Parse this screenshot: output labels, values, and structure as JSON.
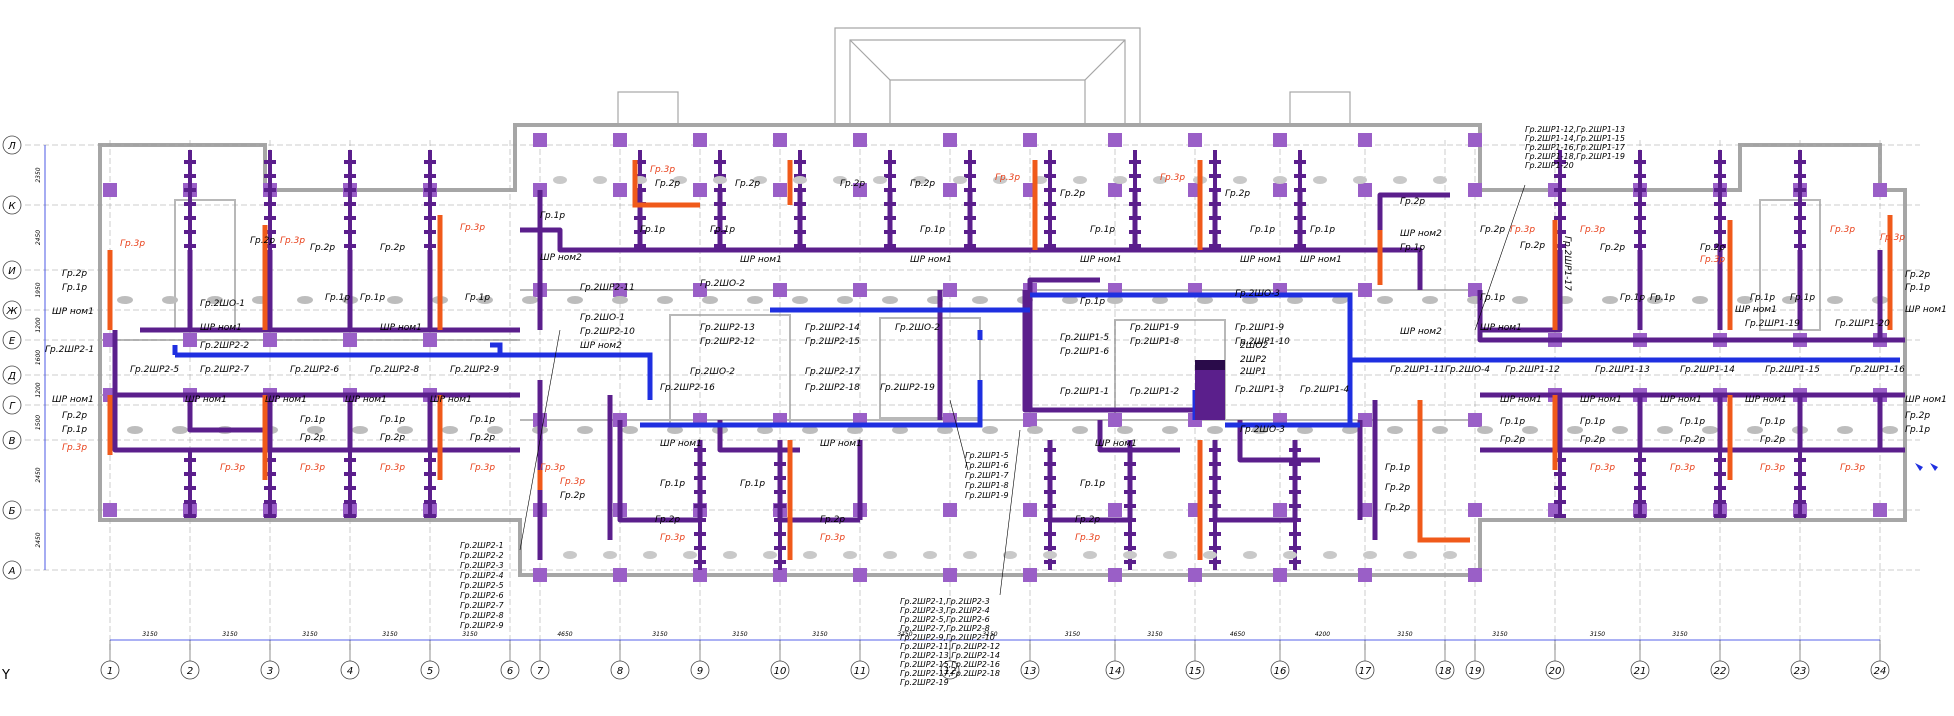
{
  "ucs_label": "Y",
  "colors": {
    "wall": "#a6a6a6",
    "purple_line": "#5b1f8c",
    "orange_line": "#f05a1a",
    "blue_line": "#1f2fe0",
    "column": "#9a5fc7",
    "grid": "#444444"
  },
  "axes_horizontal": [
    "1",
    "2",
    "3",
    "4",
    "5",
    "6",
    "7",
    "8",
    "9",
    "10",
    "11",
    "12",
    "13",
    "14",
    "15",
    "16",
    "17",
    "18",
    "19",
    "20",
    "21",
    "22",
    "23",
    "24"
  ],
  "axes_vertical": [
    "Л",
    "К",
    "И",
    "Ж",
    "Е",
    "Д",
    "Г",
    "В",
    "Б",
    "А"
  ],
  "dims_bottom": [
    "3150",
    "3150",
    "3150",
    "3150",
    "3150",
    "4650",
    "3150",
    "3150",
    "3150",
    "3150",
    "3150",
    "3150",
    "3150",
    "4650",
    "4200",
    "3150",
    "3150",
    "3150",
    "3150"
  ],
  "dims_left": [
    "2350",
    "2450",
    "1950",
    "1200",
    "1600",
    "1200",
    "1500",
    "2450",
    "2450"
  ],
  "labels": {
    "gr2r": "Гр.2р",
    "gr1r": "Гр.1р",
    "gr3r": "Гр.3р",
    "shr_nom1": "ШР ном1",
    "shr_nom2": "ШР ном2",
    "shr2_1": "Гр.2ШР2-1",
    "shr2_5": "Гр.2ШР2-5",
    "shr2_6": "Гр.2ШР2-6",
    "shr2_7": "Гр.2ШР2-7",
    "shr2_8": "Гр.2ШР2-8",
    "shr2_9": "Гр.2ШР2-9",
    "shr2_2": "Гр.2ШР2-2",
    "sho0_1": "Гр.2ШО-1",
    "sho0_2": "Гр.2ШО-2",
    "sho0_3": "Гр.2ШО-3",
    "sho0_4": "Гр.2ШО-4",
    "shr2_10": "Гр.2ШР2-10",
    "shr2_11": "Гр.2ШР2-11",
    "shr2_12": "Гр.2ШР2-12",
    "shr2_13": "Гр.2ШР2-13",
    "shr2_14": "Гр.2ШР2-14",
    "shr2_15": "Гр.2ШР2-15",
    "shr2_16": "Гр.2ШР2-16",
    "shr2_17": "Гр.2ШР2-17",
    "shr2_18": "Гр.2ШР2-18",
    "shr2_19": "Гр.2ШР2-19",
    "shr1_1": "Гр.2ШР1-1",
    "shr1_2": "Гр.2ШР1-2",
    "shr1_3": "Гр.2ШР1-3",
    "shr1_4": "Гр.2ШР1-4",
    "shr1_5": "Гр.2ШР1-5",
    "shr1_6": "Гр.2ШР1-6",
    "shr1_8": "Гр.2ШР1-8",
    "shr1_9": "Гр.2ШР1-9",
    "shr1_10": "Гр.2ШР1-10",
    "shr1_11": "Гр.2ШР1-11",
    "shr1_12": "Гр.2ШР1-12",
    "shr1_13": "Гр.2ШР1-13",
    "shr1_14": "Гр.2ШР1-14",
    "shr1_15": "Гр.2ШР1-15",
    "shr1_16": "Гр.2ШР1-16",
    "shr1_17": "Гр.2ШР1-17",
    "shr1_19": "Гр.2ШР1-19",
    "shr1_20": "Гр.2ШР1-20",
    "sho2": "2ШО2",
    "shr2": "2ШР2",
    "shr1": "2ШР1",
    "gr2sho3": "Гр.2ШО-3"
  },
  "group_list_right": [
    "Гр.2ШР1-12,Гр.2ШР1-13",
    "Гр.2ШР1-14,Гр.2ШР1-15",
    "Гр.2ШР1-16,Гр.2ШР1-17",
    "Гр.2ШР1-18,Гр.2ШР1-19",
    "Гр.2ШР1-20"
  ],
  "group_list_left": [
    "Гр.2ШР2-1",
    "Гр.2ШР2-2",
    "Гр.2ШР2-3",
    "Гр.2ШР2-4",
    "Гр.2ШР2-5",
    "Гр.2ШР2-6",
    "Гр.2ШР2-7",
    "Гр.2ШР2-8",
    "Гр.2ШР2-9"
  ],
  "group_list_center": [
    "Гр.2ШР1-5",
    "Гр.2ШР1-6",
    "Гр.2ШР1-7",
    "Гр.2ШР1-8",
    "Гр.2ШР1-9"
  ],
  "group_list_bottom": [
    "Гр.2ШР2-1,Гр.2ШР2-3",
    "Гр.2ШР2-3,Гр.2ШР2-4",
    "Гр.2ШР2-5,Гр.2ШР2-6",
    "Гр.2ШР2-7,Гр.2ШР2-8",
    "Гр.2ШР2-9,Гр.2ШР2-10",
    "Гр.2ШР2-11,Гр.2ШР2-12",
    "Гр.2ШР2-13,Гр.2ШР2-14",
    "Гр.2ШР2-15,Гр.2ШР2-16",
    "Гр.2ШР2-17,Гр.2ШР2-18",
    "Гр.2ШР2-19"
  ]
}
